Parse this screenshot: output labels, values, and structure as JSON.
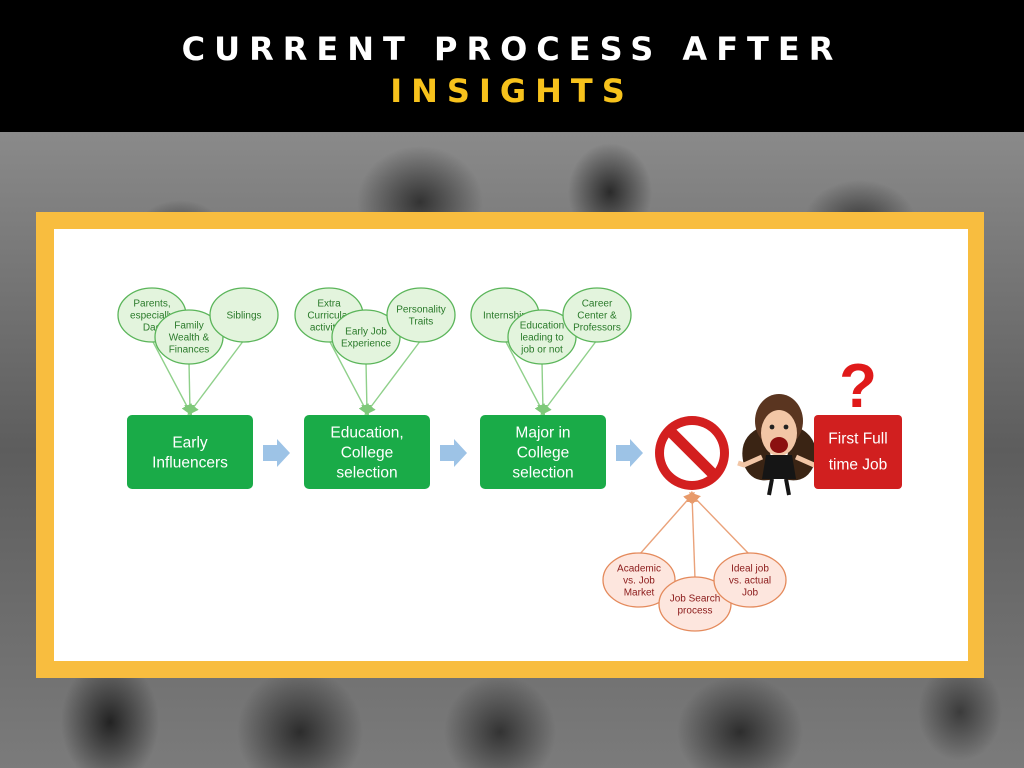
{
  "title": {
    "line1": "CURRENT PROCESS AFTER",
    "line2": "INSIGHTS",
    "line2_color": "#f7c21c"
  },
  "colors": {
    "frame": "#f8bd3f",
    "step": "#1aab48",
    "final": "#d11f1f",
    "arrow": "#9dc3e6"
  },
  "stages": [
    {
      "label_lines": [
        "Early",
        "Influencers"
      ],
      "factors": [
        {
          "lines": [
            "Parents,",
            "especially",
            "Dad"
          ]
        },
        {
          "lines": [
            "Family",
            "Wealth &",
            "Finances"
          ]
        },
        {
          "lines": [
            "Siblings"
          ]
        }
      ]
    },
    {
      "label_lines": [
        "Education,",
        "College",
        "selection"
      ],
      "factors": [
        {
          "lines": [
            "Extra",
            "Curricular",
            "activities"
          ]
        },
        {
          "lines": [
            "Early Job",
            "Experience"
          ]
        },
        {
          "lines": [
            "Personality",
            "Traits"
          ]
        }
      ]
    },
    {
      "label_lines": [
        "Major in",
        "College",
        "selection"
      ],
      "factors": [
        {
          "lines": [
            "Internship"
          ]
        },
        {
          "lines": [
            "Education",
            "leading to",
            "job or not"
          ]
        },
        {
          "lines": [
            "Career",
            "Center &",
            "Professors"
          ]
        }
      ]
    }
  ],
  "blocker": {
    "icon": "no-entry-icon",
    "person": "screaming-woman-illustration",
    "barriers": [
      {
        "lines": [
          "Academic",
          "vs. Job",
          "Market"
        ]
      },
      {
        "lines": [
          "Job Search",
          "process"
        ]
      },
      {
        "lines": [
          "Ideal job",
          "vs. actual",
          "Job"
        ]
      }
    ]
  },
  "final": {
    "label_lines": [
      "First Full",
      "time Job"
    ],
    "question_mark": "?"
  }
}
